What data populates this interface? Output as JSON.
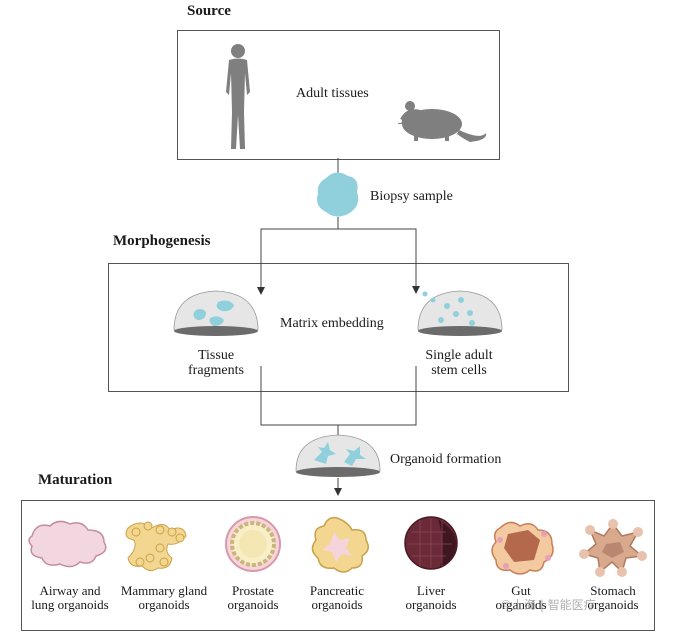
{
  "sections": {
    "source": "Source",
    "morphogenesis": "Morphogenesis",
    "maturation": "Maturation"
  },
  "source_box": {
    "label": "Adult tissues"
  },
  "biopsy": {
    "label": "Biopsy sample"
  },
  "morpho_box": {
    "center_label": "Matrix embedding",
    "left_label_line1": "Tissue",
    "left_label_line2": "fragments",
    "right_label_line1": "Single adult",
    "right_label_line2": "stem cells"
  },
  "organoid_formation": {
    "label": "Organoid formation"
  },
  "organoids": [
    {
      "line1": "Airway and",
      "line2": "lung organoids",
      "icon": "lung-organoid-icon"
    },
    {
      "line1": "Mammary gland",
      "line2": "organoids",
      "icon": "mammary-organoid-icon"
    },
    {
      "line1": "Prostate",
      "line2": "organoids",
      "icon": "prostate-organoid-icon"
    },
    {
      "line1": "Pancreatic",
      "line2": "organoids",
      "icon": "pancreatic-organoid-icon"
    },
    {
      "line1": "Liver",
      "line2": "organoids",
      "icon": "liver-organoid-icon"
    },
    {
      "line1": "Gut",
      "line2": "organoids",
      "icon": "gut-organoid-icon"
    },
    {
      "line1": "Stomach",
      "line2": "organoids",
      "icon": "stomach-organoid-icon"
    }
  ],
  "watermark": "©上海 | 智能医疗",
  "colors": {
    "sample_blue": "#8fd0dc",
    "dome_fill": "#e6e6e6",
    "dome_base": "#6b6b6b",
    "silhouette": "#7f7f7f",
    "lung_pink": "#f2d6e0",
    "mammary_yellow": "#f3d790",
    "liver_purple": "#6b2a38"
  }
}
